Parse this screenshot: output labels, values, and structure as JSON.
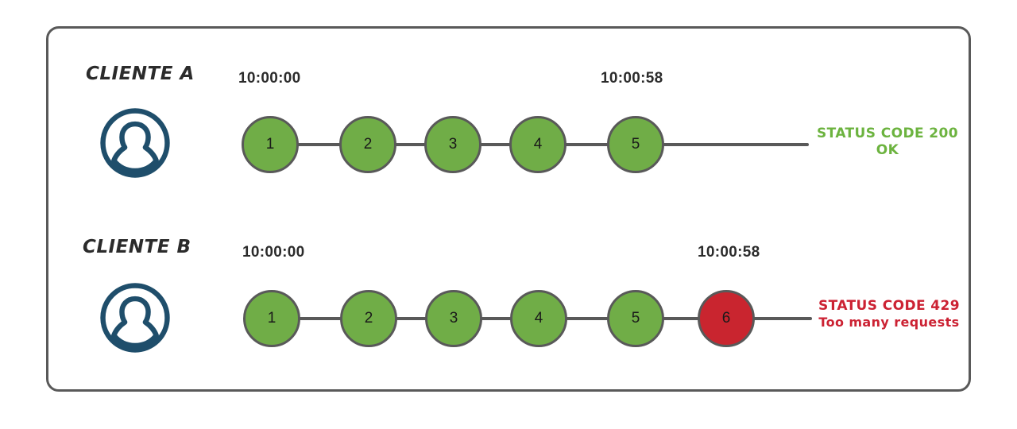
{
  "diagram": {
    "title_present": false,
    "colors": {
      "node_ok": "#70ad47",
      "node_error": "#c9252f",
      "node_stroke": "#595959",
      "frame_border": "#595959",
      "avatar": "#1f4e6b",
      "status_ok_text": "#6cb33f",
      "status_error_text": "#cc2233",
      "label_text": "#2b2b2b"
    },
    "rows": [
      {
        "client_label": "CLIENTE A",
        "avatar_icon": "user-avatar-icon",
        "start_time": "10:00:00",
        "end_time": "10:00:58",
        "nodes": [
          {
            "number": "1",
            "state": "ok"
          },
          {
            "number": "2",
            "state": "ok"
          },
          {
            "number": "3",
            "state": "ok"
          },
          {
            "number": "4",
            "state": "ok"
          },
          {
            "number": "5",
            "state": "ok"
          }
        ],
        "status_line1": "STATUS CODE 200",
        "status_line2": "OK",
        "status_state": "ok"
      },
      {
        "client_label": "CLIENTE B",
        "avatar_icon": "user-avatar-icon",
        "start_time": "10:00:00",
        "end_time": "10:00:58",
        "nodes": [
          {
            "number": "1",
            "state": "ok"
          },
          {
            "number": "2",
            "state": "ok"
          },
          {
            "number": "3",
            "state": "ok"
          },
          {
            "number": "4",
            "state": "ok"
          },
          {
            "number": "5",
            "state": "ok"
          },
          {
            "number": "6",
            "state": "error"
          }
        ],
        "status_line1": "STATUS CODE 429",
        "status_line2": "Too many requests",
        "status_state": "error"
      }
    ]
  }
}
